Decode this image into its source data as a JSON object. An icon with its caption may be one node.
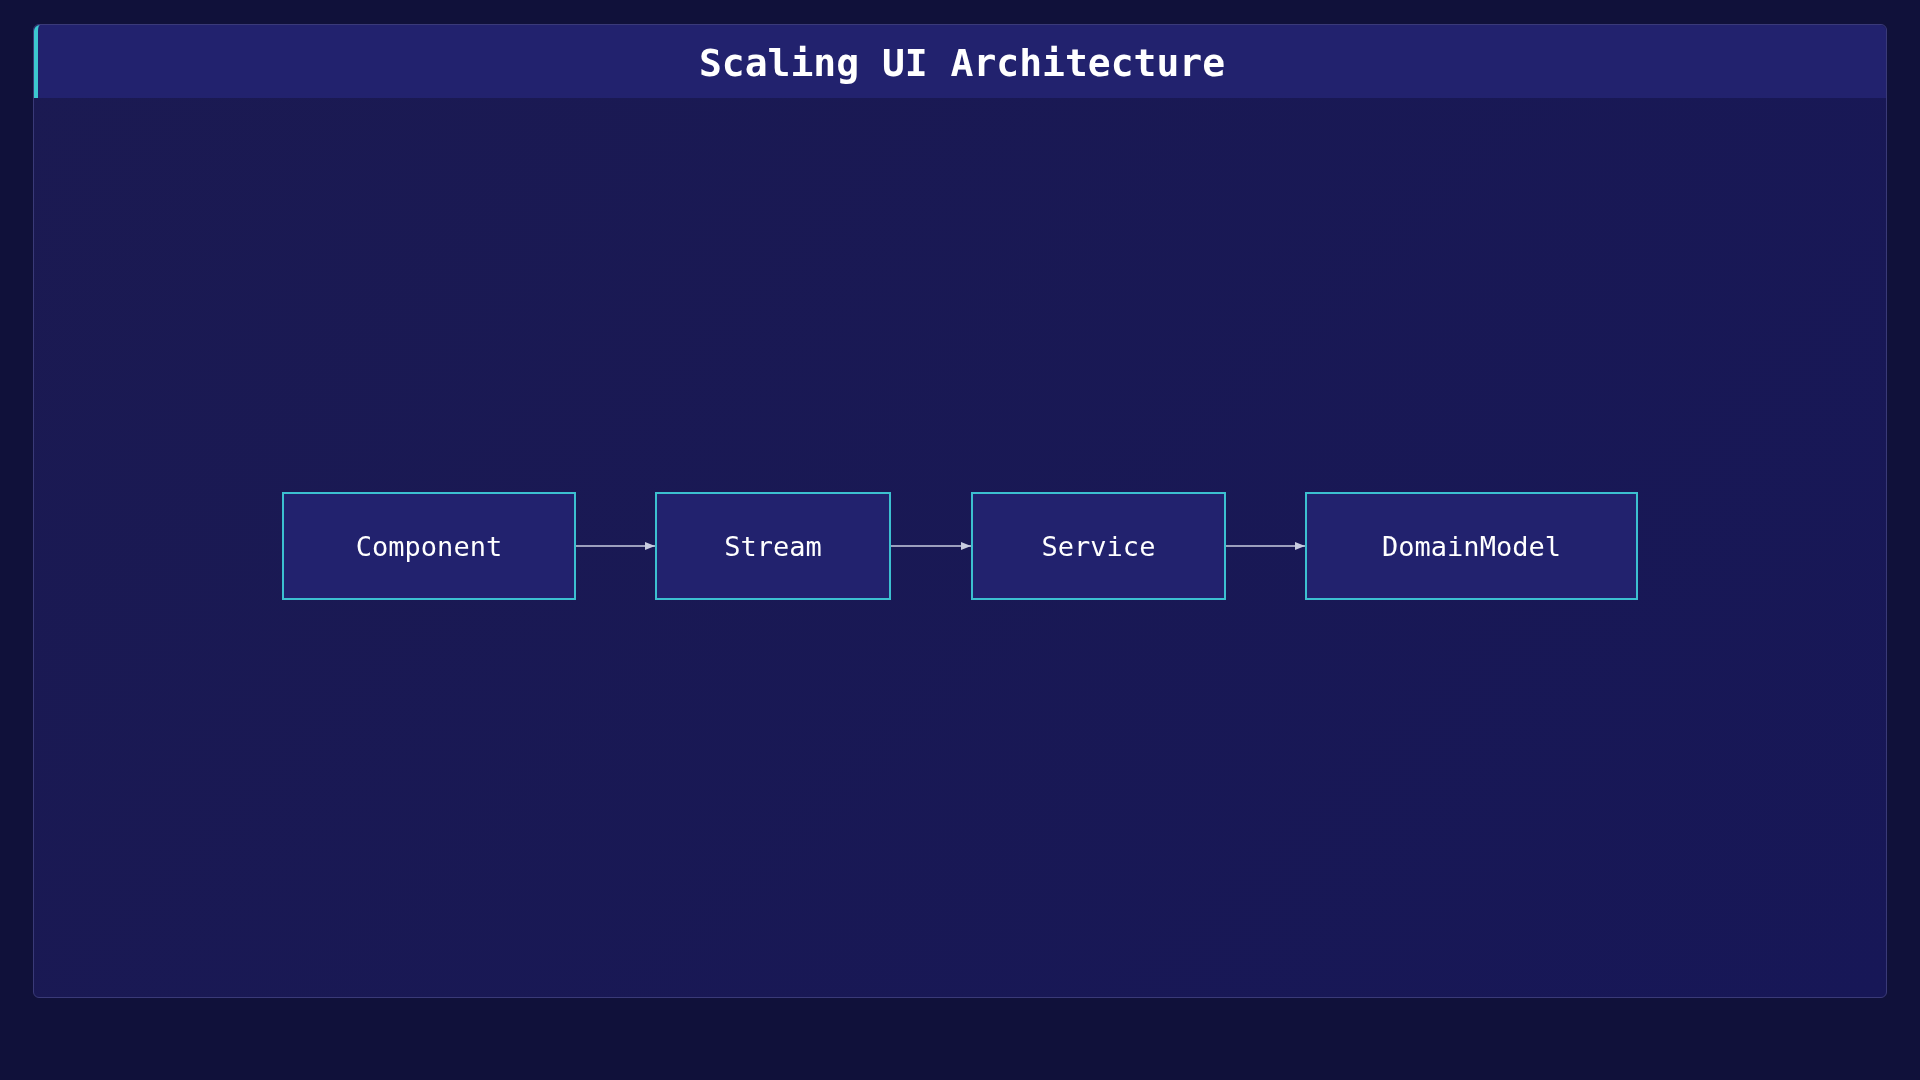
{
  "diagram": {
    "title": "Scaling UI Architecture",
    "nodes": [
      {
        "text": [
          "Component"
        ]
      },
      {
        "text": [
          "Stream"
        ]
      },
      {
        "text": [
          "Service"
        ]
      },
      {
        "text": [
          "DomainModel"
        ]
      }
    ],
    "edges": [
      {
        "from": 0,
        "to": 1,
        "arrow": "to"
      },
      {
        "from": 1,
        "to": 2,
        "arrow": "to"
      },
      {
        "from": 2,
        "to": 3,
        "arrow": "to"
      }
    ]
  }
}
